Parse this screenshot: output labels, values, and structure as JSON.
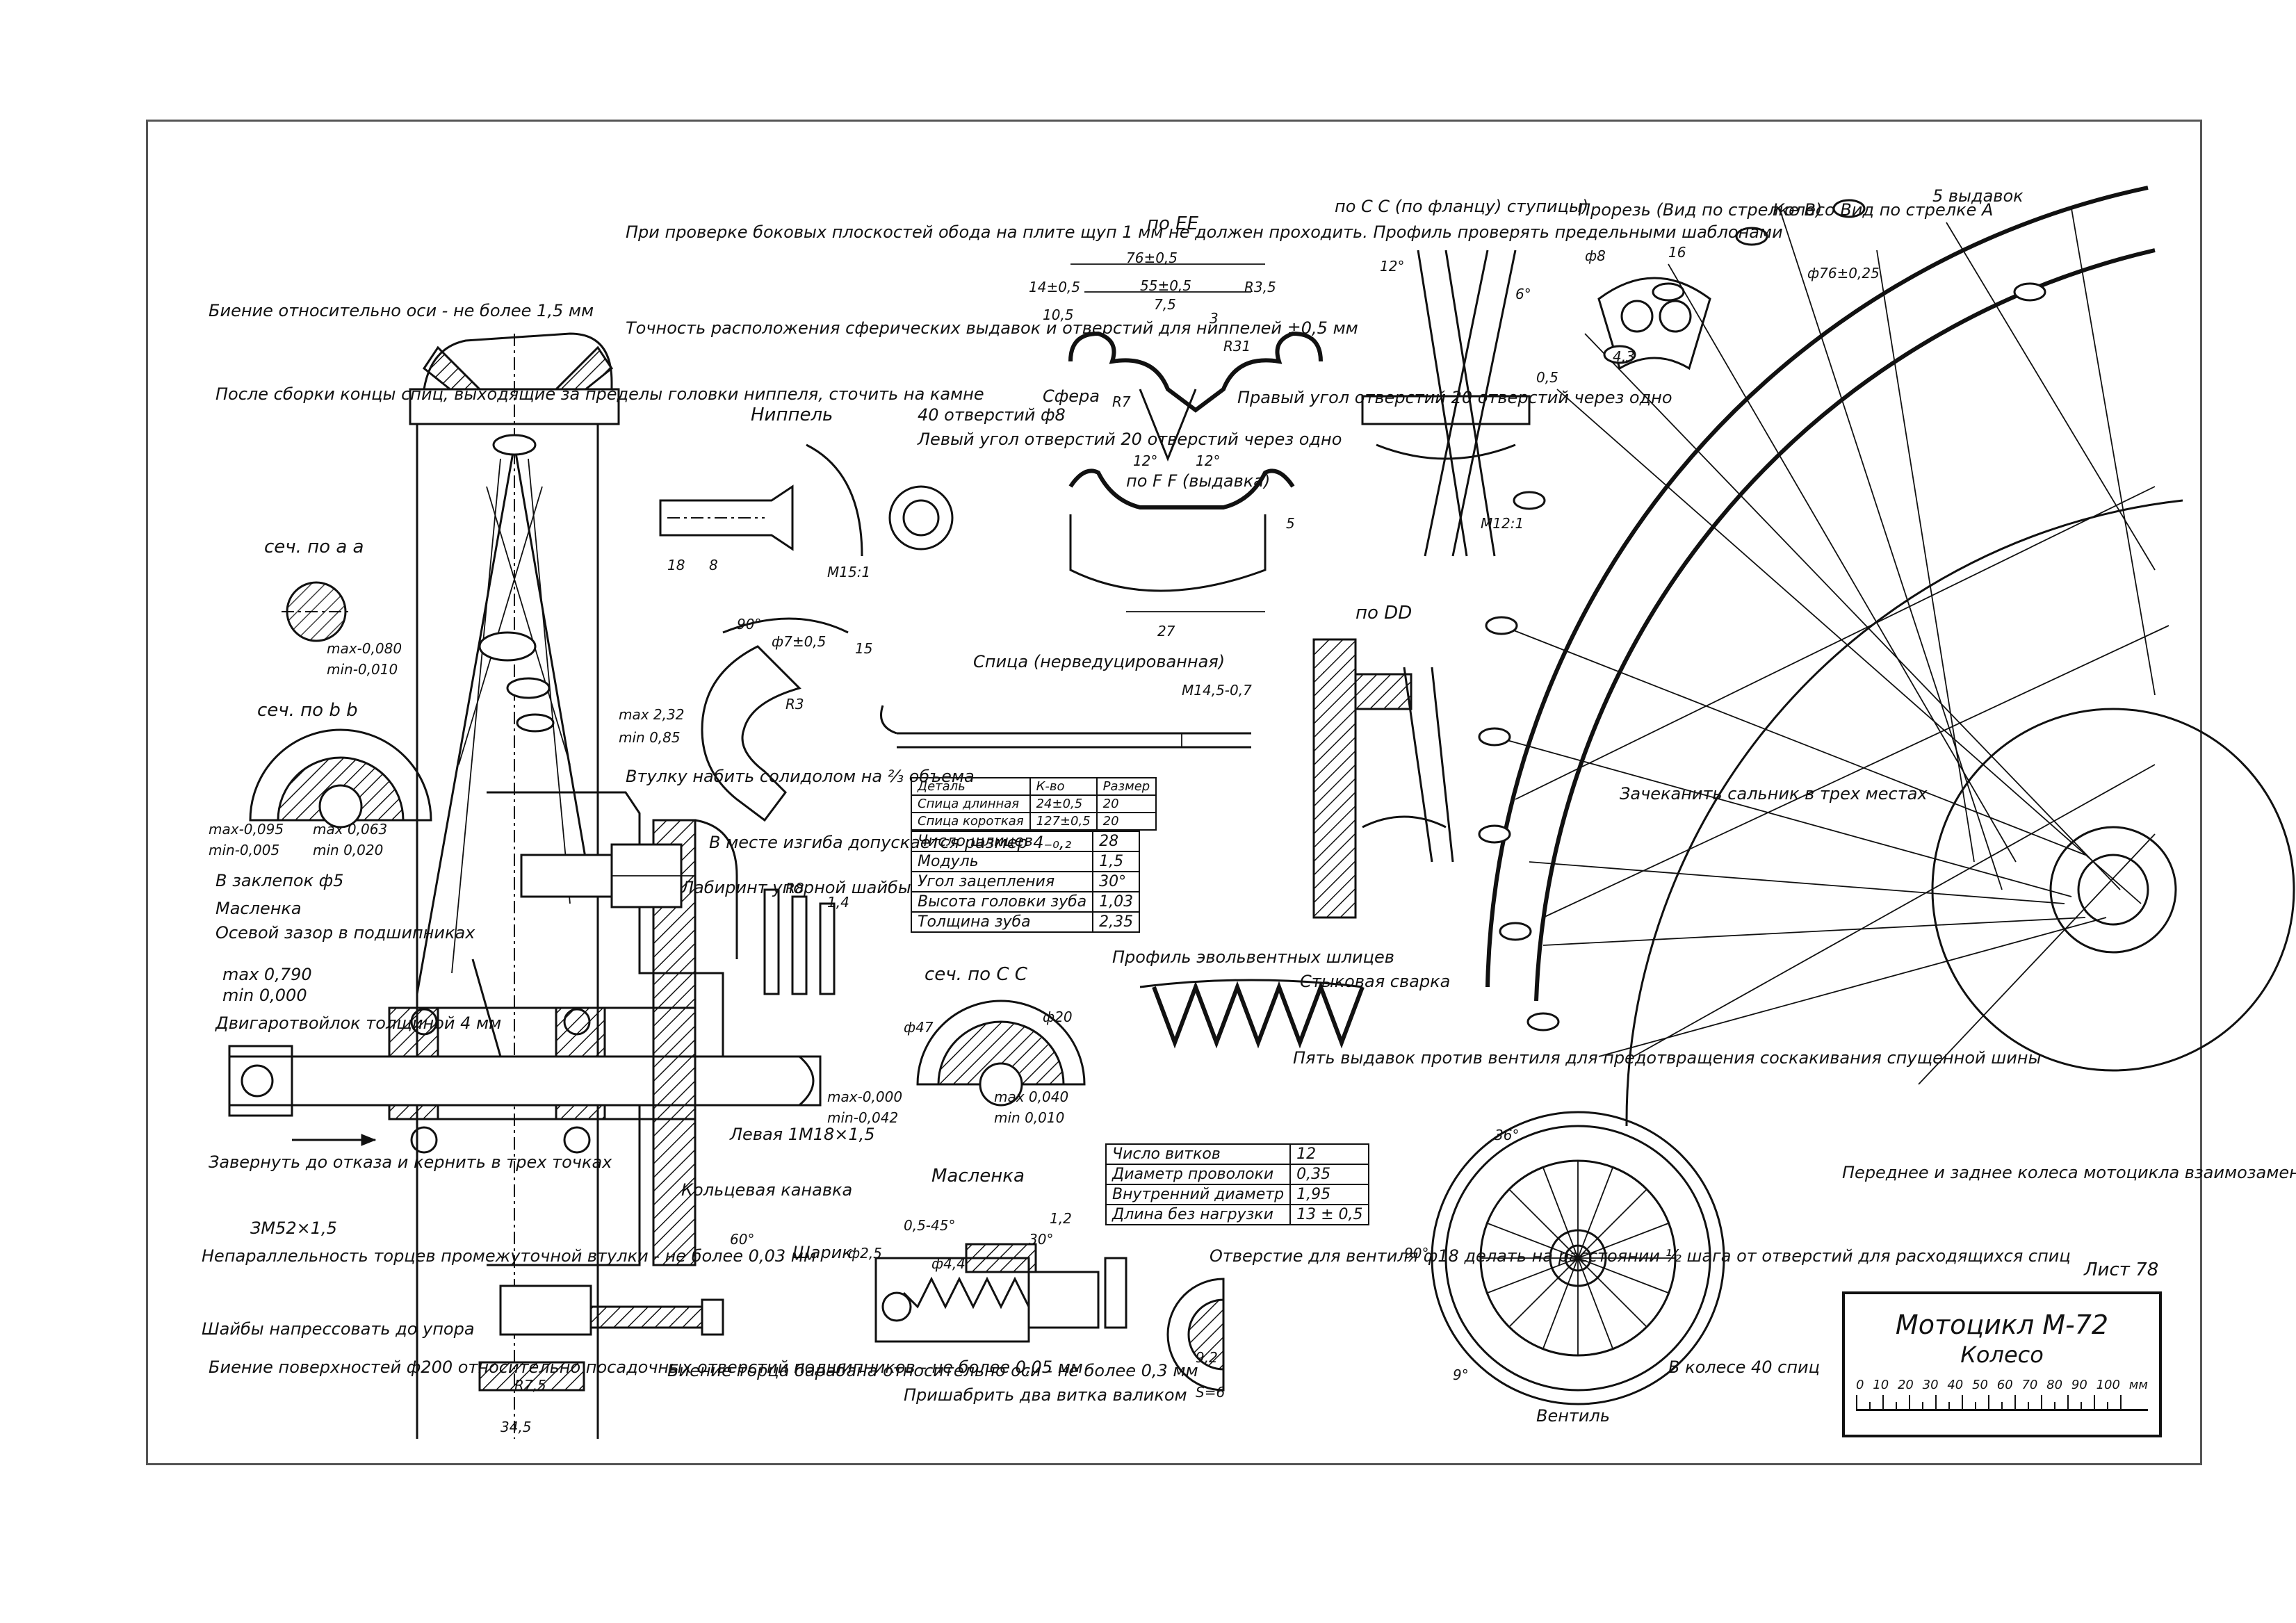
{
  "title_block": {
    "title": "Мотоцикл М-72",
    "subtitle": "Колесо",
    "scale_ticks": [
      "0",
      "10",
      "20",
      "30",
      "40",
      "50",
      "60",
      "70",
      "80",
      "90",
      "100",
      "мм"
    ],
    "sheet": "Лист 78"
  },
  "notes": {
    "runout_axis": "Биение относительно оси - не более 1,5 мм",
    "rim_check": "При проверке боковых плоскостей обода на плите щуп 1 мм не должен проходить. Профиль проверять предельными шаблонами",
    "spherical_accuracy": "Точность расположения сферических выдавок и отверстий для ниппелей ±0,5 мм",
    "spoke_ends": "После сборки концы спиц, выходящие за пределы головки ниппеля, сточить на камне",
    "sec_aa": "сеч. по а а",
    "sec_bb": "сеч. по b b",
    "sec_cc": "сеч. по С С",
    "bushing_grease": "Втулку набить солидолом на ⅔ объема",
    "bend_note": "В месте изгиба допускается размер 4₋₀,₂",
    "rivet": "В заклепок ф5",
    "oiler": "Масленка",
    "axial_gap": "Осевой зазор в подшипниках",
    "axial_gap_max": "max 0,790",
    "axial_gap_min": "min 0,000",
    "felt": "Двигаротвойлок толщиной 4 мм",
    "screw": "Завернуть до отказа и кернить в трех точках",
    "thread": "ЗМ52×1,5",
    "nonparallel": "Непараллельность торцев промежуточной втулки - не более 0,03 мм",
    "washers": "Шайбы напрессовать до упора",
    "surface_runout": "Биение поверхностей ф200 относительно посадочных отверстий подшипников - не более 0,05 мм",
    "drum_runout": "Биение торца барабана относительно оси - не более 0,3 мм",
    "grind": "Пришабрить два витка валиком",
    "ring_groove": "Кольцевая канавка",
    "ball": "Шарик",
    "left_thread": "Левая 1М18×1,5",
    "labyrinth": "Лабиринт упорной шайбы",
    "spline_profile": "Профиль эвольвентных шлицев",
    "butt_weld": "Стыковая сварка",
    "five_stamps": "Пять выдавок против вентиля для предотвращения соскакивания спущенной шины",
    "seal": "Зачеканить сальник в трех местах",
    "valve_hole": "Отверстие для вентиля ф18 делать на расстоянии ½ шага от отверстий для расходящихся спиц",
    "spokes_count": "В колесе 40 спиц",
    "valve": "Вентиль",
    "interchangeable": "Переднее и заднее колеса мотоцикла взаимозаменяемы",
    "hole40": "40 отверстий ф8",
    "left_angle": "Левый угол отверстий 20 отверстий через одно",
    "right_angle": "Правый угол отверстий 20 отверстий через одно",
    "sphere": "Сфера",
    "oiler_title": "Масленка"
  },
  "views": {
    "ee": "по ЕЕ",
    "ff": "по F F (выдавка)",
    "cc": "по С С (по фланцу) ступицы)",
    "cut": "Прорезь (Вид по стрелке В)",
    "wheel_a": "Колесо Вид по стрелке А",
    "dd": "по DD",
    "nipple": "Ниппель",
    "spoke": "Спица (нерведуцированная)",
    "stamps5": "5 выдавок"
  },
  "dims": {
    "d76": "76±0,5",
    "d55": "55±0,5",
    "d75": "7,5",
    "d3": "3",
    "r31": "R31",
    "r35": "R3,5",
    "d14": "14±0,5",
    "d105": "10,5",
    "r7": "R7",
    "d12a": "12°",
    "d12b": "12°",
    "d5": "5",
    "d27": "27",
    "d90": "90°",
    "d7": "ф7±0,5",
    "d15": "15",
    "r3": "R3",
    "m145": "М14,5-0,7",
    "m151": "М15:1",
    "m121": "М12:1",
    "phi76": "ф76±0,25",
    "d16": "16",
    "phi8": "ф8",
    "d43": "4,3",
    "d12": "12°",
    "d6": "6°",
    "d05": "0,5",
    "max232": "max 2,32",
    "min085": "min 0,85",
    "max0080": "max-0,080",
    "min0010": "min-0,010",
    "max0095": "max-0,095",
    "min0005": "min-0,005",
    "max0063": "max 0,063",
    "min0020": "min 0,020",
    "max0000": "max-0,000",
    "min0042": "min-0,042",
    "max0040": "max 0,040",
    "min0010b": "min 0,010",
    "d345": "34,5",
    "r75": "R7,5",
    "d0545": "0,5-45°",
    "d44": "ф4,4",
    "d12c": "1,2",
    "d30": "30°",
    "d60": "60°",
    "phi25": "ф2,5",
    "d18": "18",
    "d8": "8",
    "d18b": "18",
    "r8": "R8",
    "d14b": "1,4",
    "phi47": "ф47",
    "phi20": "ф20",
    "d90c": "90°",
    "d36": "36°",
    "d9": "9°",
    "d92": "9,2",
    "s6": "S=6"
  },
  "spline_table": [
    [
      "Число шлицев",
      "28"
    ],
    [
      "Модуль",
      "1,5"
    ],
    [
      "Угол зацепления",
      "30°"
    ],
    [
      "Высота головки зуба",
      "1,03"
    ],
    [
      "Толщина зуба",
      "2,35"
    ]
  ],
  "spoke_table": {
    "header": [
      "Деталь",
      "К-во",
      "Размер"
    ],
    "rows": [
      [
        "Спица длинная",
        "24±0,5",
        "20"
      ],
      [
        "Спица короткая",
        "127±0,5",
        "20"
      ]
    ]
  },
  "spring_table": [
    [
      "Число витков",
      "12"
    ],
    [
      "Диаметр проволоки",
      "0,35"
    ],
    [
      "Внутренний диаметр",
      "1,95"
    ],
    [
      "Длина без нагрузки",
      "13 ± 0,5"
    ]
  ]
}
